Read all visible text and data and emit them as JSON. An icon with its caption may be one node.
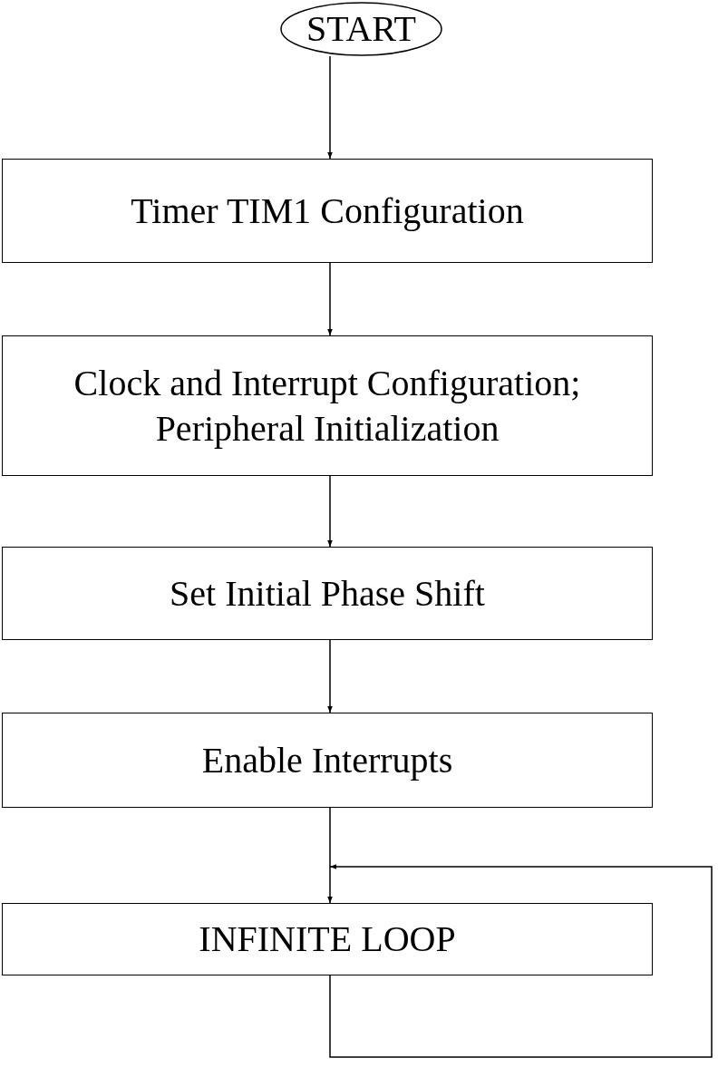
{
  "diagram": {
    "nodes": [
      {
        "text": [
          "START"
        ]
      },
      {
        "text": [
          "Timer TIM1 Configuration"
        ]
      },
      {
        "text": [
          "Clock and Interrupt Configuration; Peripheral Initialization"
        ]
      },
      {
        "text": [
          "Set Initial Phase Shift"
        ]
      },
      {
        "text": [
          "Enable Interrupts"
        ]
      },
      {
        "text": [
          "INFINITE LOOP"
        ]
      }
    ],
    "edges": [
      {
        "from": 0,
        "to": 1,
        "arrow": "to"
      },
      {
        "from": 1,
        "to": 2,
        "arrow": "to"
      },
      {
        "from": 2,
        "to": 3,
        "arrow": "to"
      },
      {
        "from": 3,
        "to": 4,
        "arrow": "to"
      },
      {
        "from": 4,
        "to": 5,
        "arrow": "to"
      },
      {
        "from": 5,
        "to": 5,
        "arrow": "to"
      }
    ]
  }
}
